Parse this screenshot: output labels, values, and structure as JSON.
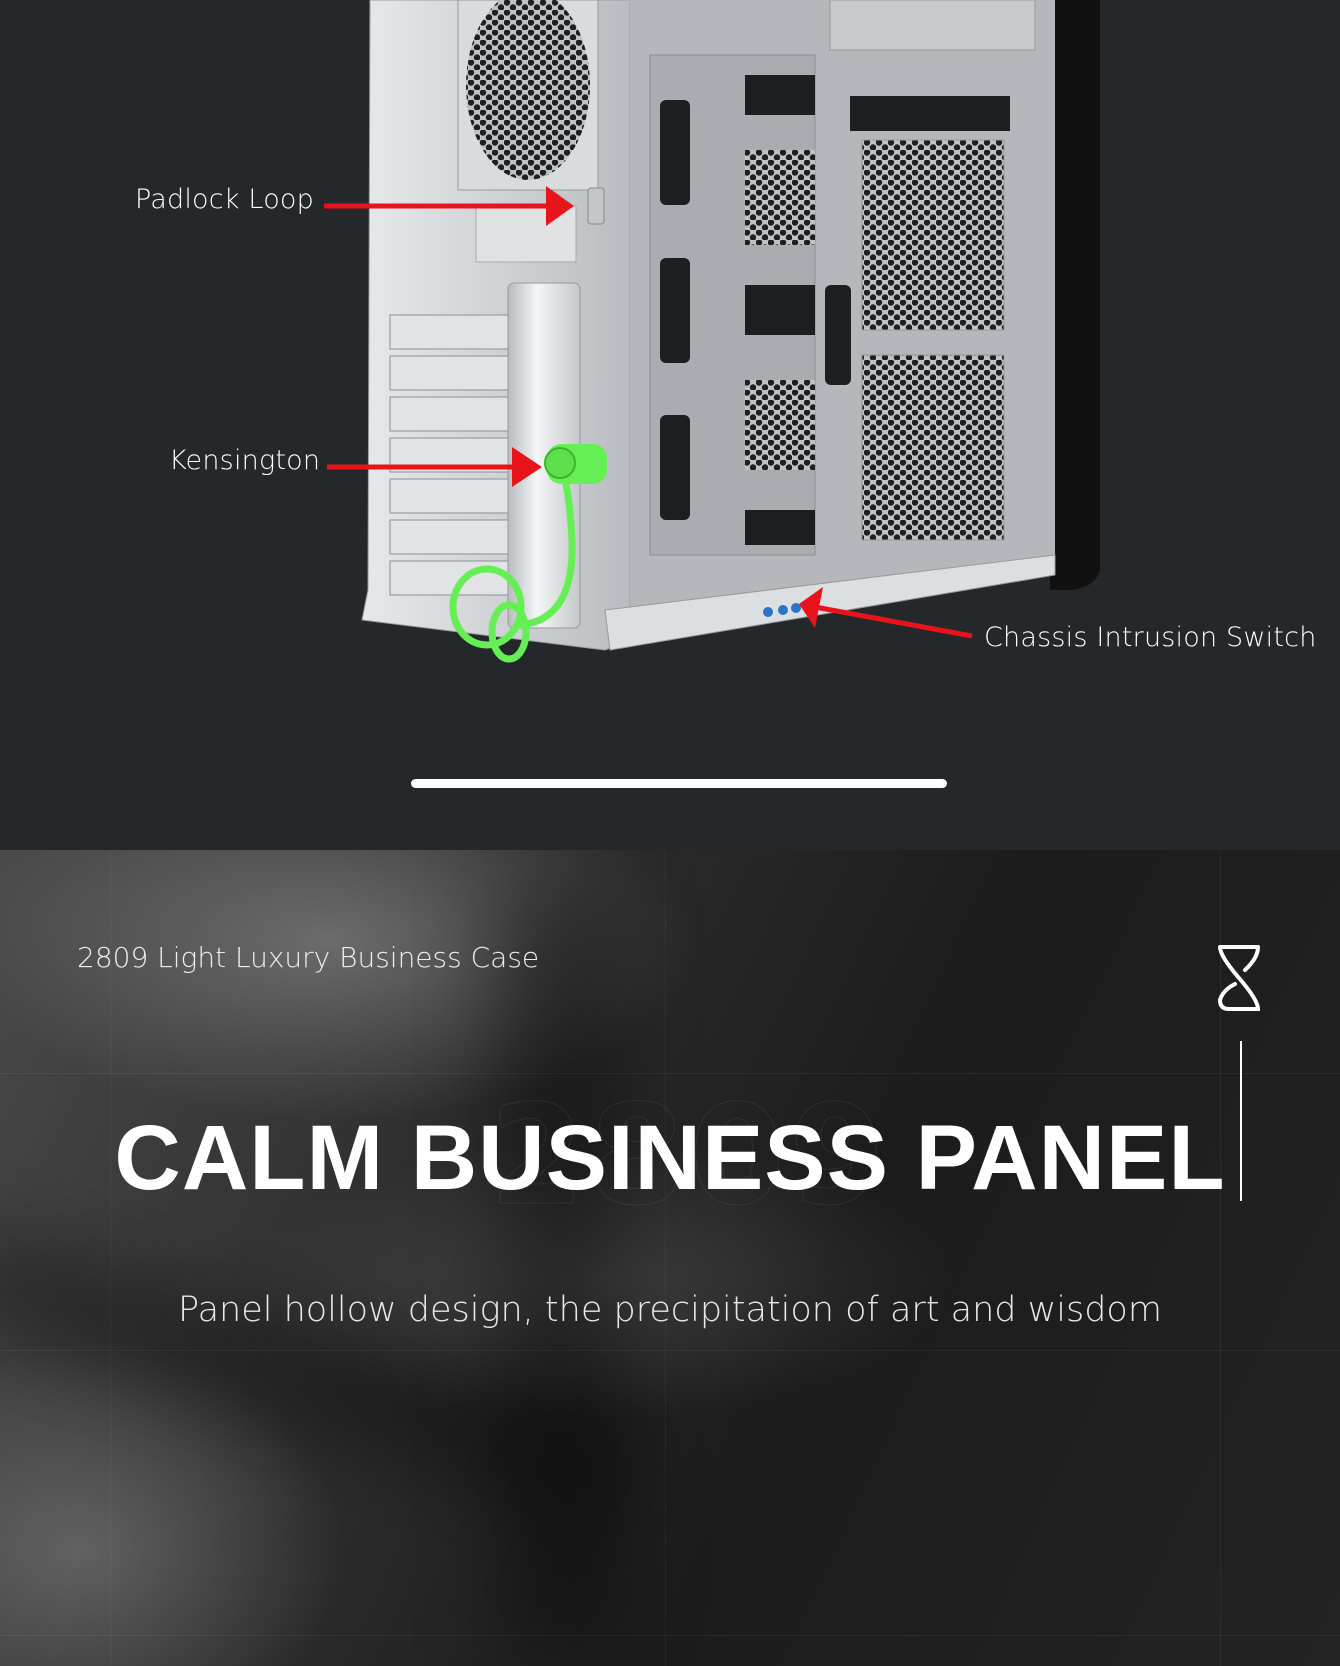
{
  "callouts": {
    "padlock": "Padlock Loop",
    "kensington": "Kensington",
    "intrusion": "Chassis Intrusion Switch"
  },
  "colors": {
    "arrow": "#e8141b",
    "lock_cable": "#66ef55",
    "top_bg": "#25282a"
  },
  "banner": {
    "sub_brand": "2809 Light Luxury Business Case",
    "watermark": "2809",
    "title": "CALM BUSINESS PANEL",
    "subtitle": "Panel hollow design, the precipitation of art and wisdom",
    "logo_icon": "hourglass-logo-icon"
  }
}
